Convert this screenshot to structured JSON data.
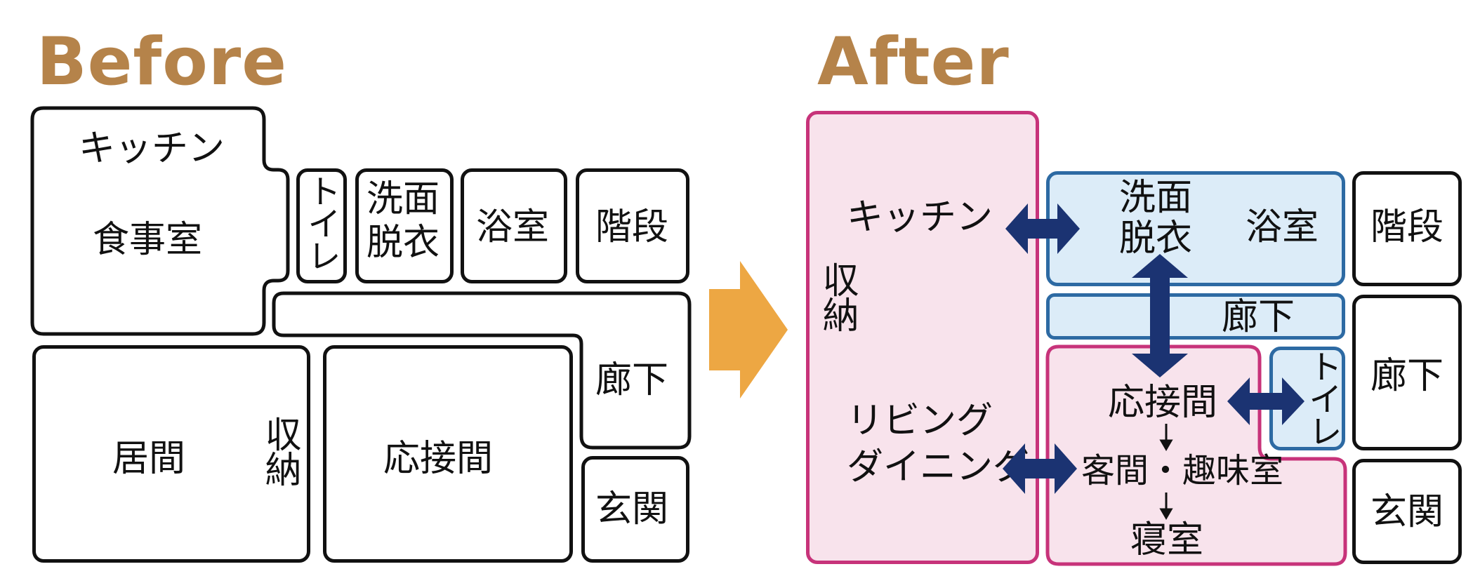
{
  "before": {
    "heading": "Before",
    "rooms": {
      "kitchen": "キッチン",
      "dining": "食事室",
      "toilet": "トイレ",
      "washroom_line1": "洗面",
      "washroom_line2": "脱衣",
      "bath": "浴室",
      "stairs": "階段",
      "corridor": "廊下",
      "living": "居間",
      "storage": "収納",
      "reception": "応接間",
      "entrance": "玄関"
    }
  },
  "after": {
    "heading": "After",
    "rooms": {
      "kitchen": "キッチン",
      "storage": "収納",
      "living_line1": "リビング",
      "living_line2": "ダイニング",
      "washroom_line1": "洗面",
      "washroom_line2": "脱衣",
      "bath": "浴室",
      "stairs": "階段",
      "corridor_inner": "廊下",
      "corridor": "廊下",
      "toilet": "トイレ",
      "entrance": "玄関",
      "reception": "応接間",
      "guest_hobby": "客間・趣味室",
      "bedroom": "寝室"
    }
  },
  "colors": {
    "heading": "#b5834a",
    "pink_fill": "#f8e3ec",
    "pink_border": "#c7337a",
    "blue_fill": "#dcecf8",
    "blue_border": "#2d6aa3",
    "arrow_navy": "#1b3372",
    "transition_arrow": "#eda743"
  }
}
